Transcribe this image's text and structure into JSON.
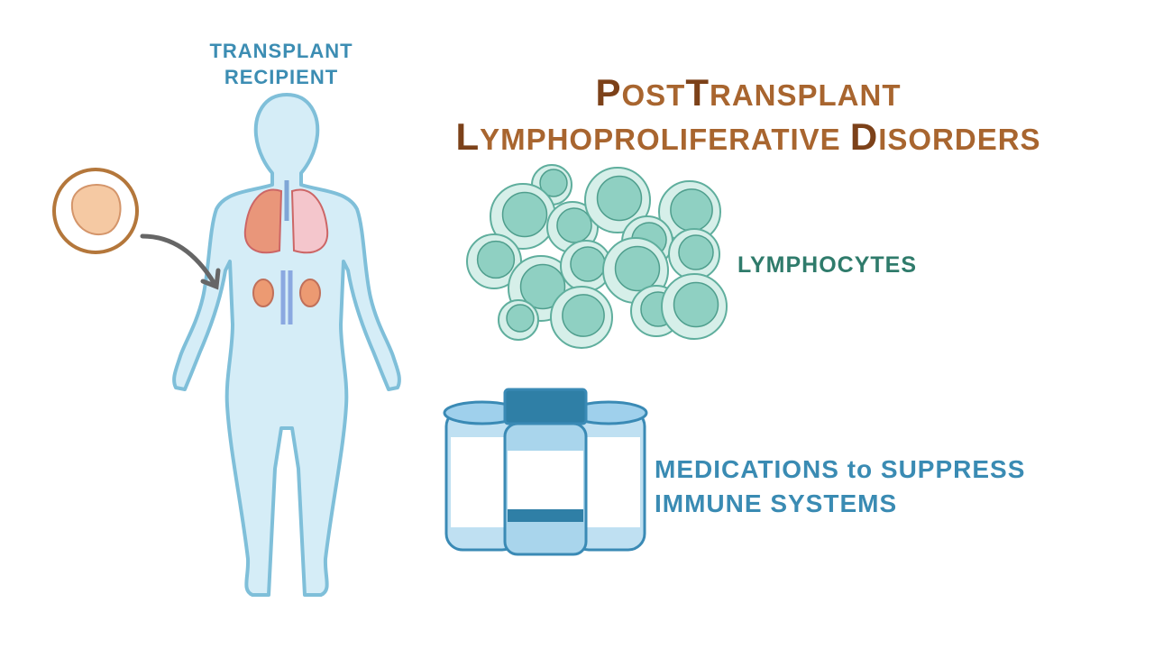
{
  "recipient_label": {
    "line1": "TRANSPLANT",
    "line2": "RECIPIENT"
  },
  "title": {
    "line1": [
      {
        "cap": "P",
        "rest": "OST"
      },
      {
        "cap": "T",
        "rest": "RANSPLANT"
      }
    ],
    "line2": [
      {
        "cap": "L",
        "rest": "YMPHOPROLIFERATIVE "
      },
      {
        "cap": "D",
        "rest": "ISORDERS"
      }
    ]
  },
  "lymphocytes_label": "LYMPHOCYTES",
  "medications_label": {
    "line1": "MEDICATIONS to SUPPRESS",
    "line2": "IMMUNE SYSTEMS"
  },
  "colors": {
    "body": "#d3ecf6",
    "body_outline": "#7fbfd9",
    "cell": "#d6efe9",
    "nucleus": "#8fd0c2",
    "bottle": "#a9d5ec",
    "cap": "#2f7fa6",
    "title": "#a8652f",
    "title_caps": "#7c4119"
  }
}
